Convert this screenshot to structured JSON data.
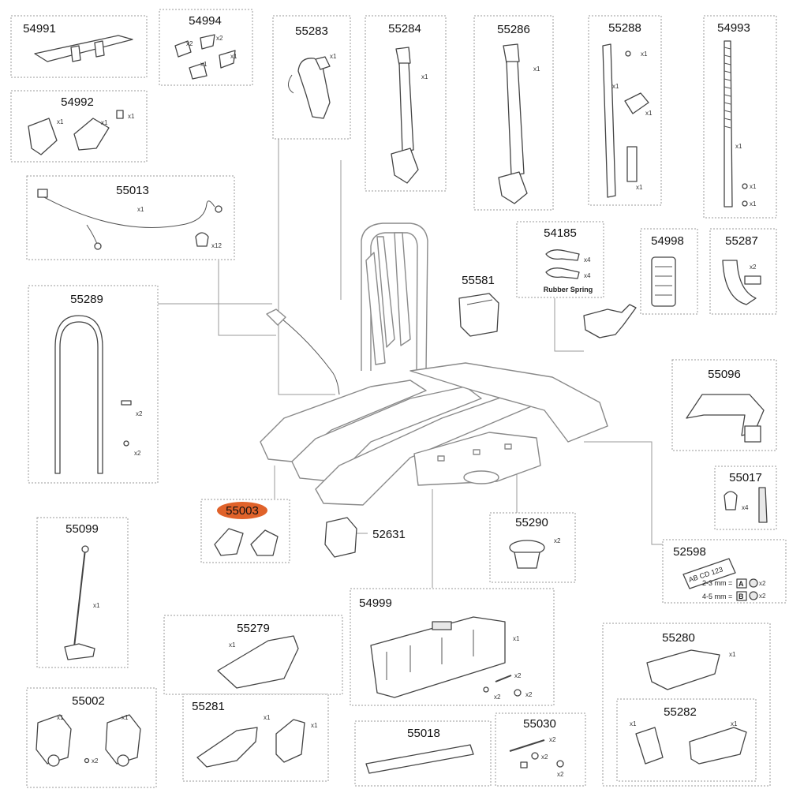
{
  "parts": [
    {
      "id": "p54991",
      "number": "54991",
      "qty": []
    },
    {
      "id": "p54994",
      "number": "54994",
      "qty": [
        "x2",
        "x2",
        "x1",
        "x1"
      ]
    },
    {
      "id": "p55283",
      "number": "55283",
      "qty": [
        "x1"
      ]
    },
    {
      "id": "p55284",
      "number": "55284",
      "qty": [
        "x1"
      ]
    },
    {
      "id": "p55286",
      "number": "55286",
      "qty": [
        "x1"
      ]
    },
    {
      "id": "p55288",
      "number": "55288",
      "qty": [
        "x1",
        "x1",
        "x1",
        "x1"
      ]
    },
    {
      "id": "p54993",
      "number": "54993",
      "qty": [
        "x1",
        "x1",
        "x1"
      ]
    },
    {
      "id": "p54992",
      "number": "54992",
      "qty": [
        "x1",
        "x1",
        "x1"
      ]
    },
    {
      "id": "p55013",
      "number": "55013",
      "qty": [
        "x1",
        "x12"
      ]
    },
    {
      "id": "p54185",
      "number": "54185",
      "qty": [
        "x4",
        "x4"
      ],
      "caption": "Rubber Spring"
    },
    {
      "id": "p54998",
      "number": "54998",
      "qty": []
    },
    {
      "id": "p55287",
      "number": "55287",
      "qty": [
        "x2"
      ]
    },
    {
      "id": "p55581",
      "number": "55581",
      "qty": []
    },
    {
      "id": "p55289",
      "number": "55289",
      "qty": [
        "x2",
        "x2"
      ]
    },
    {
      "id": "p55096",
      "number": "55096",
      "qty": []
    },
    {
      "id": "p55017",
      "number": "55017",
      "qty": [
        "x4"
      ]
    },
    {
      "id": "p55003",
      "number": "55003",
      "qty": [],
      "highlight": true
    },
    {
      "id": "p52631",
      "number": "52631",
      "qty": []
    },
    {
      "id": "p55290",
      "number": "55290",
      "qty": [
        "x2"
      ]
    },
    {
      "id": "p52598",
      "number": "52598",
      "qty": [
        "x2",
        "x2"
      ],
      "plate": "AB CD 123",
      "rows": [
        "2-3 mm =",
        "4-5 mm ="
      ],
      "letters": [
        "A",
        "B"
      ]
    },
    {
      "id": "p55099",
      "number": "55099",
      "qty": [
        "x1"
      ]
    },
    {
      "id": "p54999",
      "number": "54999",
      "qty": [
        "x1",
        "x2",
        "x2",
        "x2"
      ]
    },
    {
      "id": "p55279",
      "number": "55279",
      "qty": [
        "x1"
      ]
    },
    {
      "id": "p55280",
      "number": "55280",
      "qty": [
        "x1"
      ]
    },
    {
      "id": "p55002",
      "number": "55002",
      "qty": [
        "x1",
        "x1",
        "x2"
      ]
    },
    {
      "id": "p55281",
      "number": "55281",
      "qty": [
        "x1",
        "x1"
      ]
    },
    {
      "id": "p55018",
      "number": "55018",
      "qty": []
    },
    {
      "id": "p55030",
      "number": "55030",
      "qty": [
        "x2",
        "x2",
        "x2"
      ]
    },
    {
      "id": "p55282",
      "number": "55282",
      "qty": [
        "x1",
        "x1"
      ]
    }
  ],
  "colors": {
    "highlight": "#e0622a",
    "box_border": "#9a9a9a",
    "line": "#444444"
  }
}
